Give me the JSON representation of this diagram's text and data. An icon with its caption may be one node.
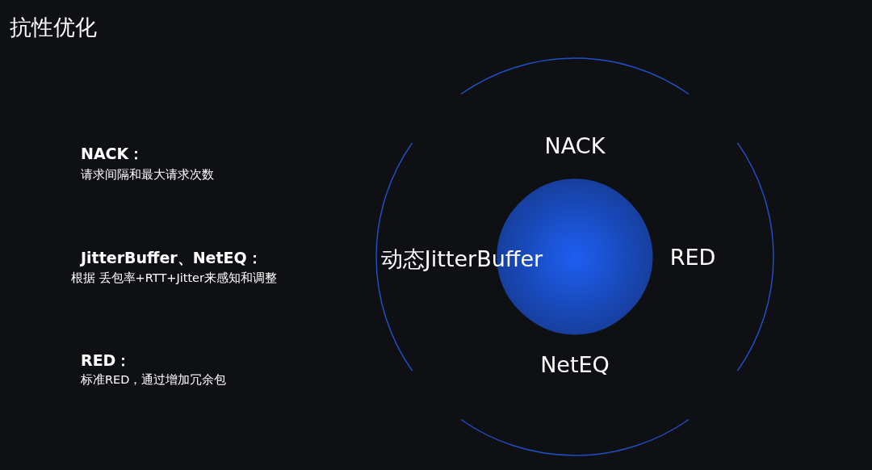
{
  "diagram": {
    "title": "抗性优化",
    "nodes": [
      {
        "text": [
          "NACK"
        ]
      },
      {
        "text": [
          "动态JitterBuffer"
        ]
      },
      {
        "text": [
          "RED"
        ]
      },
      {
        "text": [
          "NetEQ"
        ]
      }
    ],
    "labels": [
      "NACK：",
      "请求间隔和最大请求次数",
      "JitterBuffer、NetEQ：",
      "根据 丢包率+RTT+Jitter来感知和调整",
      "RED：",
      "标准RED，通过增加冗余包"
    ]
  }
}
